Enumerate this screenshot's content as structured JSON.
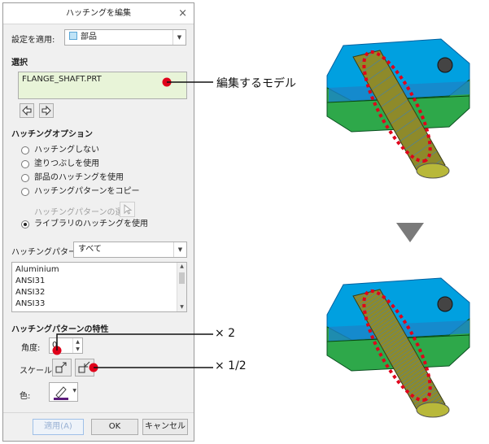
{
  "dialog": {
    "title": "ハッチングを編集",
    "close_icon": "×",
    "apply_to": {
      "label": "設定を適用:",
      "value": "部品"
    },
    "selection": {
      "header": "選択",
      "item": "FLANGE_SHAFT.PRT"
    },
    "hatch_options": {
      "header": "ハッチングオプション",
      "items": [
        "ハッチングしない",
        "塗りつぶしを使用",
        "部品のハッチングを使用",
        "ハッチングパターンをコピー"
      ],
      "pattern_select_label": "ハッチングパターンの選択:",
      "library_option": "ライブラリのハッチングを使用"
    },
    "hatch_pattern": {
      "label": "ハッチングパターン:",
      "value": "すべて",
      "list": [
        "Aluminium",
        "ANSI31",
        "ANSI32",
        "ANSI33"
      ]
    },
    "properties": {
      "header": "ハッチングパターンの特性",
      "angle_label": "角度:",
      "angle_value": "0",
      "scale_label": "スケール:",
      "color_label": "色:"
    },
    "buttons": {
      "apply": "適用(A)",
      "ok": "OK",
      "cancel": "キャンセル"
    }
  },
  "annotations": {
    "edit_model": "編集するモデル",
    "scale_up": "× 2",
    "scale_down": "× 1/2"
  },
  "colors": {
    "callout_red": "#e0001a",
    "model_blue": "#00a0e0",
    "model_green": "#2e8b2e",
    "hatch_olive": "#8e8a2a",
    "arrow_gray": "#7a7a7a",
    "selection_bg": "#e8f4d8"
  }
}
